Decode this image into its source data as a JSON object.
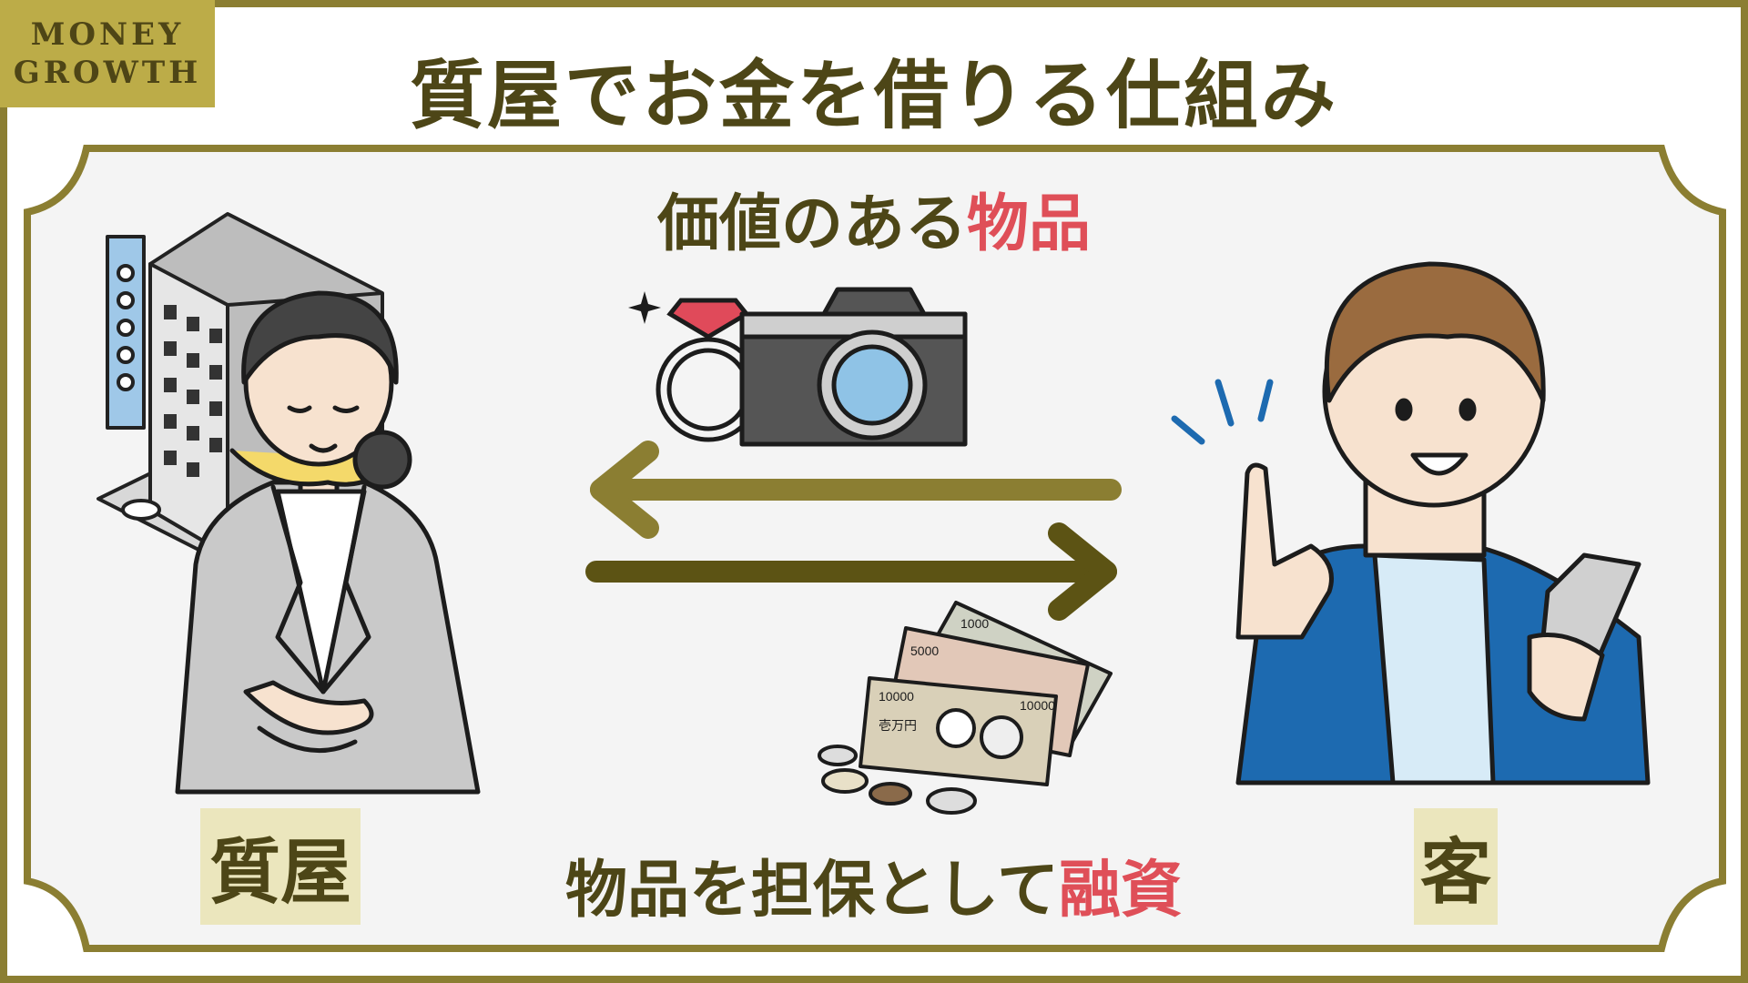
{
  "brand": {
    "line1": "MONEY",
    "line2": "GROWTH"
  },
  "title": "質屋でお金を借りる仕組み",
  "top_caption": {
    "prefix": "価値のある",
    "highlight": "物品"
  },
  "bottom_caption": {
    "prefix": "物品を担保として",
    "highlight": "融資"
  },
  "labels": {
    "pawnshop": "質屋",
    "customer": "客"
  },
  "banknotes": {
    "n1000": "1000",
    "n5000": "5000",
    "n10000": "10000",
    "kanji": "壱万円"
  },
  "colors": {
    "olive": "#8b7e32",
    "dark_olive": "#5c5314",
    "badge": "#bcac48",
    "accent_red": "#df4f58",
    "panel": "#f4f4f4"
  }
}
